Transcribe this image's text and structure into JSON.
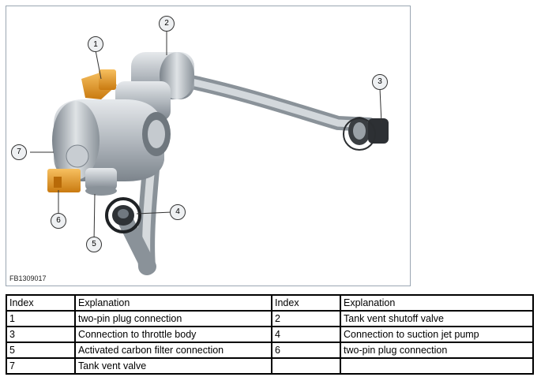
{
  "figure": {
    "code": "FB1309017",
    "callouts": [
      "1",
      "2",
      "3",
      "4",
      "5",
      "6",
      "7"
    ]
  },
  "table": {
    "headers": [
      "Index",
      "Explanation",
      "Index",
      "Explanation"
    ],
    "rows": [
      [
        "1",
        "two-pin plug connection",
        "2",
        "Tank vent shutoff valve"
      ],
      [
        "3",
        "Connection to throttle body",
        "4",
        "Connection to suction jet pump"
      ],
      [
        "5",
        "Activated carbon filter connection",
        "6",
        "two-pin plug connection"
      ],
      [
        "7",
        "Tank vent valve",
        "",
        ""
      ]
    ]
  },
  "colors": {
    "metal": "#b8bec4",
    "metal_dark": "#7e868e",
    "plug": "#f0a020",
    "frame": "#9aa6b2"
  }
}
